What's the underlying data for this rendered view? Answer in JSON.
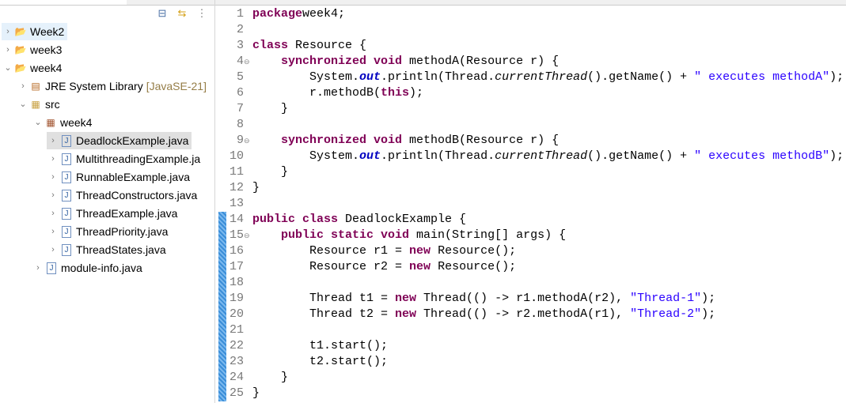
{
  "explorer": {
    "toolbar": [
      "collapse-all-icon",
      "link-with-editor-icon",
      "view-menu-icon"
    ],
    "items": [
      {
        "label": "Week2",
        "depth": 0,
        "twisty": "›",
        "icon": "project-icon",
        "hl": true
      },
      {
        "label": "week3",
        "depth": 0,
        "twisty": "›",
        "icon": "project-warning-icon"
      },
      {
        "label": "week4",
        "depth": 0,
        "twisty": "⌄",
        "icon": "project-icon"
      },
      {
        "label": "JRE System Library",
        "deco": "[JavaSE-21]",
        "depth": 1,
        "twisty": "›",
        "icon": "library-icon"
      },
      {
        "label": "src",
        "depth": 1,
        "twisty": "⌄",
        "icon": "source-folder-icon"
      },
      {
        "label": "week4",
        "depth": 2,
        "twisty": "⌄",
        "icon": "package-icon"
      },
      {
        "label": "DeadlockExample.java",
        "depth": 3,
        "twisty": "›",
        "icon": "java-file-icon",
        "sel": true
      },
      {
        "label": "MultithreadingExample.ja",
        "depth": 3,
        "twisty": "›",
        "icon": "java-file-icon"
      },
      {
        "label": "RunnableExample.java",
        "depth": 3,
        "twisty": "›",
        "icon": "java-file-icon"
      },
      {
        "label": "ThreadConstructors.java",
        "depth": 3,
        "twisty": "›",
        "icon": "java-file-icon"
      },
      {
        "label": "ThreadExample.java",
        "depth": 3,
        "twisty": "›",
        "icon": "java-file-icon"
      },
      {
        "label": "ThreadPriority.java",
        "depth": 3,
        "twisty": "›",
        "icon": "java-file-icon"
      },
      {
        "label": "ThreadStates.java",
        "depth": 3,
        "twisty": "›",
        "icon": "java-file-icon"
      },
      {
        "label": "module-info.java",
        "depth": 2,
        "twisty": "›",
        "icon": "java-file-icon"
      }
    ]
  },
  "editor": {
    "lines": [
      [
        [
          "kw",
          "package"
        ],
        [
          "",
          "week4;"
        ]
      ],
      [],
      [
        [
          "kw",
          "class"
        ],
        [
          "",
          " Resource {"
        ]
      ],
      [
        [
          "",
          "    "
        ],
        [
          "kw",
          "synchronized void"
        ],
        [
          "",
          " methodA(Resource r) {"
        ]
      ],
      [
        [
          "",
          "        System."
        ],
        [
          "fi",
          "out"
        ],
        [
          "",
          ".println(Thread."
        ],
        [
          "it",
          "currentThread"
        ],
        [
          "",
          "().getName() + "
        ],
        [
          "st",
          "\" executes methodA\""
        ],
        [
          "",
          ");"
        ]
      ],
      [
        [
          "",
          "        r.methodB("
        ],
        [
          "kw",
          "this"
        ],
        [
          "",
          ");"
        ]
      ],
      [
        [
          "",
          "    }"
        ]
      ],
      [],
      [
        [
          "",
          "    "
        ],
        [
          "kw",
          "synchronized void"
        ],
        [
          "",
          " methodB(Resource r) {"
        ]
      ],
      [
        [
          "",
          "        System."
        ],
        [
          "fi",
          "out"
        ],
        [
          "",
          ".println(Thread."
        ],
        [
          "it",
          "currentThread"
        ],
        [
          "",
          "().getName() + "
        ],
        [
          "st",
          "\" executes methodB\""
        ],
        [
          "",
          ");"
        ]
      ],
      [
        [
          "",
          "    }"
        ]
      ],
      [
        [
          "",
          "}"
        ]
      ],
      [],
      [
        [
          "kw",
          "public class"
        ],
        [
          "",
          " DeadlockExample {"
        ]
      ],
      [
        [
          "",
          "    "
        ],
        [
          "kw",
          "public static void"
        ],
        [
          "",
          " main(String[] args) {"
        ]
      ],
      [
        [
          "",
          "        Resource r1 = "
        ],
        [
          "kw",
          "new"
        ],
        [
          "",
          " Resource();"
        ]
      ],
      [
        [
          "",
          "        Resource r2 = "
        ],
        [
          "kw",
          "new"
        ],
        [
          "",
          " Resource();"
        ]
      ],
      [],
      [
        [
          "",
          "        Thread t1 = "
        ],
        [
          "kw",
          "new"
        ],
        [
          "",
          " Thread(() -> r1.methodA(r2), "
        ],
        [
          "st",
          "\"Thread-1\""
        ],
        [
          "",
          ");"
        ]
      ],
      [
        [
          "",
          "        Thread t2 = "
        ],
        [
          "kw",
          "new"
        ],
        [
          "",
          " Thread(() -> r2.methodA(r1), "
        ],
        [
          "st",
          "\"Thread-2\""
        ],
        [
          "",
          ");"
        ]
      ],
      [],
      [
        [
          "",
          "        t1.start();"
        ]
      ],
      [
        [
          "",
          "        t2.start();"
        ]
      ],
      [
        [
          "",
          "    }"
        ]
      ],
      [
        [
          "",
          "}"
        ]
      ]
    ],
    "fold_lines": [
      4,
      9,
      15
    ]
  }
}
